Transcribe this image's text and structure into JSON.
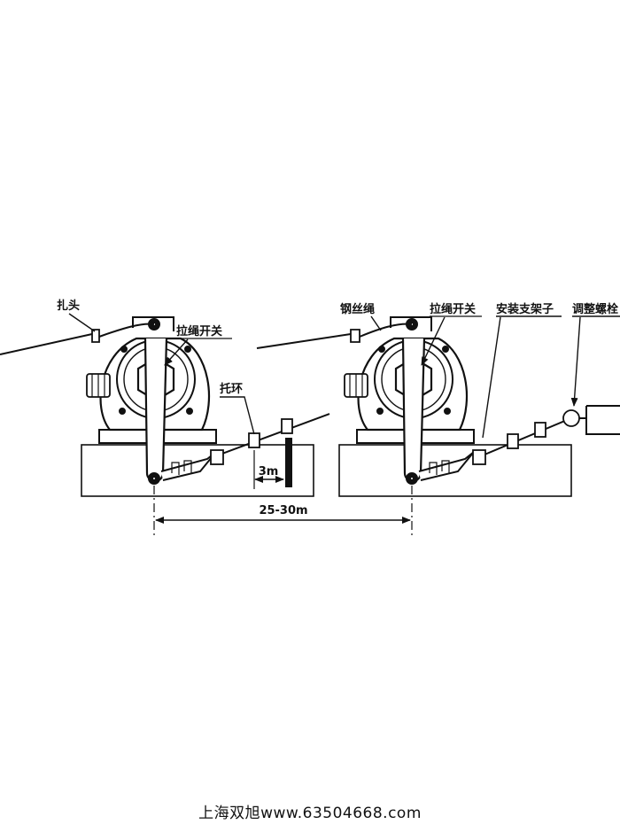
{
  "labels": {
    "left_knot": "扎头",
    "left_switch": "拉绳开关",
    "left_ring": "托环",
    "right_wire": "钢丝绳",
    "right_switch": "拉绳开关",
    "right_bracket": "安装支架子",
    "right_bolt": "调整螺栓"
  },
  "dimensions": {
    "ring_spacing": "3m",
    "switch_spacing": "25-30m"
  },
  "footer": "上海双旭www.63504668.com",
  "colors": {
    "ink": "#111111",
    "background": "#ffffff"
  }
}
